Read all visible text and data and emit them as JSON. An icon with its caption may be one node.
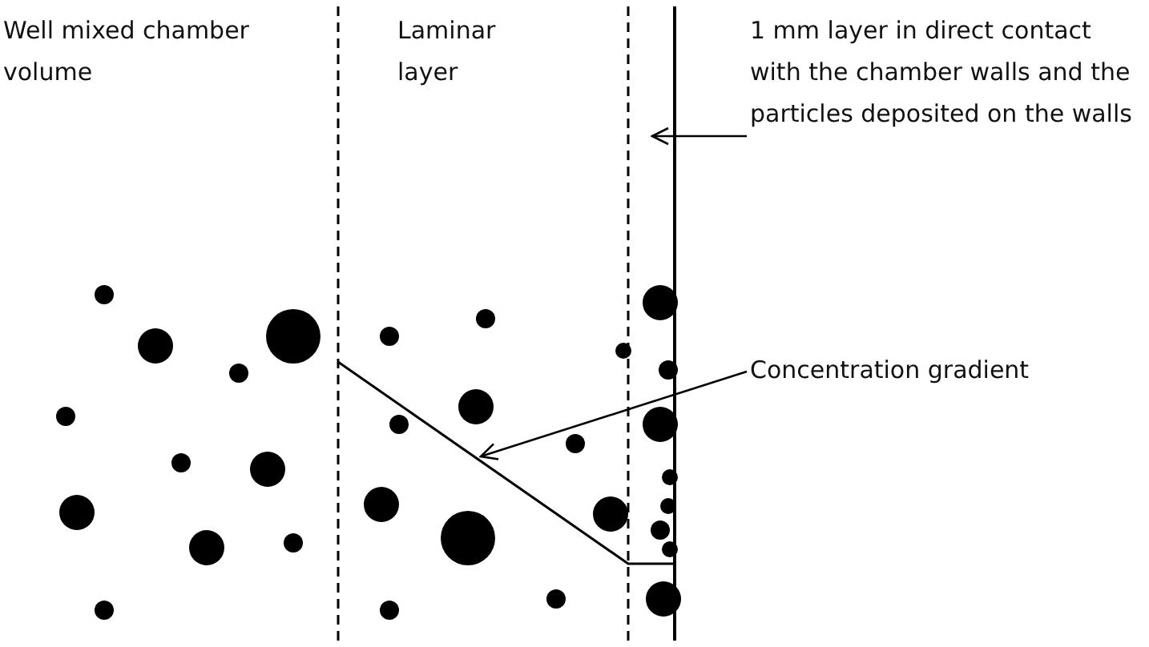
{
  "diagram": {
    "nodes": [
      {
        "text": [
          "1 mm layer in direct contact with the chamber walls and the particles deposited on the walls"
        ]
      },
      {
        "text": [
          "Concentration gradient"
        ]
      }
    ],
    "edges": [
      {
        "from": 0,
        "to": null,
        "arrow": "to"
      },
      {
        "from": 1,
        "to": null,
        "arrow": "to"
      }
    ],
    "labels": [
      "Well mixed chamber volume",
      "Laminar layer"
    ]
  }
}
